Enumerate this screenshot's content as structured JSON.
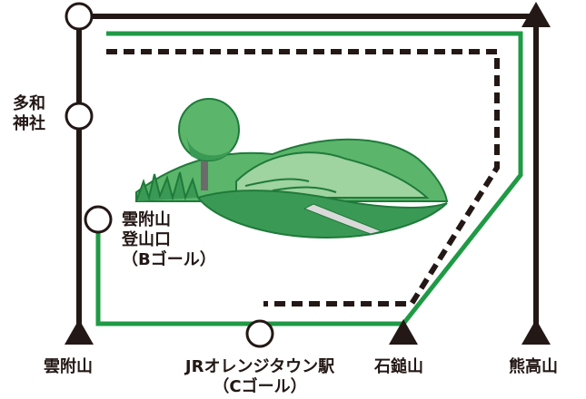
{
  "labels": {
    "tagajinja": [
      "多和",
      "神社"
    ],
    "kumotsukeyama_trailhead": [
      "雲附山",
      "登山口",
      "（Bゴール）"
    ],
    "kumotsukeyama": "雲附山",
    "jr_station": [
      "JRオレンジタウン駅",
      "（Cゴール）"
    ],
    "ishizuchiyama": "石鎚山",
    "kumatakayama": "熊高山"
  },
  "colors": {
    "route_black": "#231815",
    "route_green": "#1f9a45",
    "route_dashed": "#231815",
    "node_fill": "#ffffff",
    "hill_dark": "#3a9a55",
    "hill_mid": "#5bb56a",
    "hill_light": "#9fd3a0",
    "tree_trunk": "#6b6b6b"
  },
  "icons": {
    "station_node": "open-circle",
    "peak_node": "filled-triangle",
    "illustration": "green-hills-with-tree"
  }
}
